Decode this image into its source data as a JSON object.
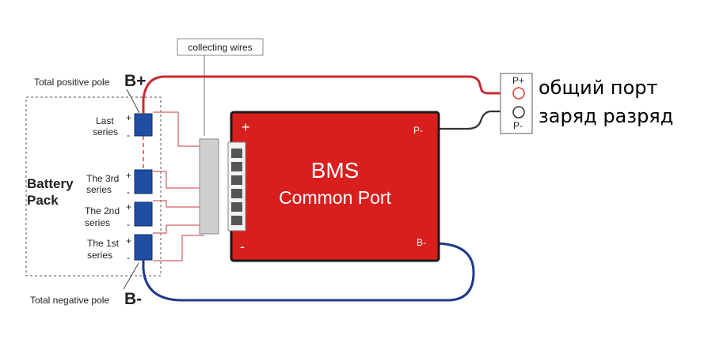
{
  "labels": {
    "collecting_wires": "collecting wires",
    "total_positive_pole": "Total positive pole",
    "b_plus": "B+",
    "total_negative_pole": "Total negative pole",
    "b_minus": "B-",
    "battery_pack_line1": "Battery",
    "battery_pack_line2": "Pack",
    "cell_last_line1": "Last",
    "cell_last_line2": "series",
    "cell_3rd_line1": "The 3rd",
    "cell_3rd_line2": "series",
    "cell_2nd_line1": "The 2nd",
    "cell_2nd_line2": "series",
    "cell_1st_line1": "The 1st",
    "cell_1st_line2": "series",
    "plus_sign": "+",
    "minus_sign": "-",
    "bms_title": "BMS",
    "bms_subtitle": "Common Port",
    "bms_plus": "+",
    "bms_minus": "-",
    "bms_p_minus": "P-",
    "bms_b_minus": "B-",
    "port_p_plus": "P+",
    "port_p_minus": "P-",
    "ru_line1": "общий порт",
    "ru_line2": "заряд  разряд"
  },
  "colors": {
    "bms_board": "#d91e1e",
    "positive_wire": "#cc2a36",
    "negative_wire": "#1e3a8a",
    "p_minus_wire": "#333333",
    "cell_fill": "#1f4fa3",
    "sense_wire": "#d46060",
    "label_red": "#e53935"
  }
}
